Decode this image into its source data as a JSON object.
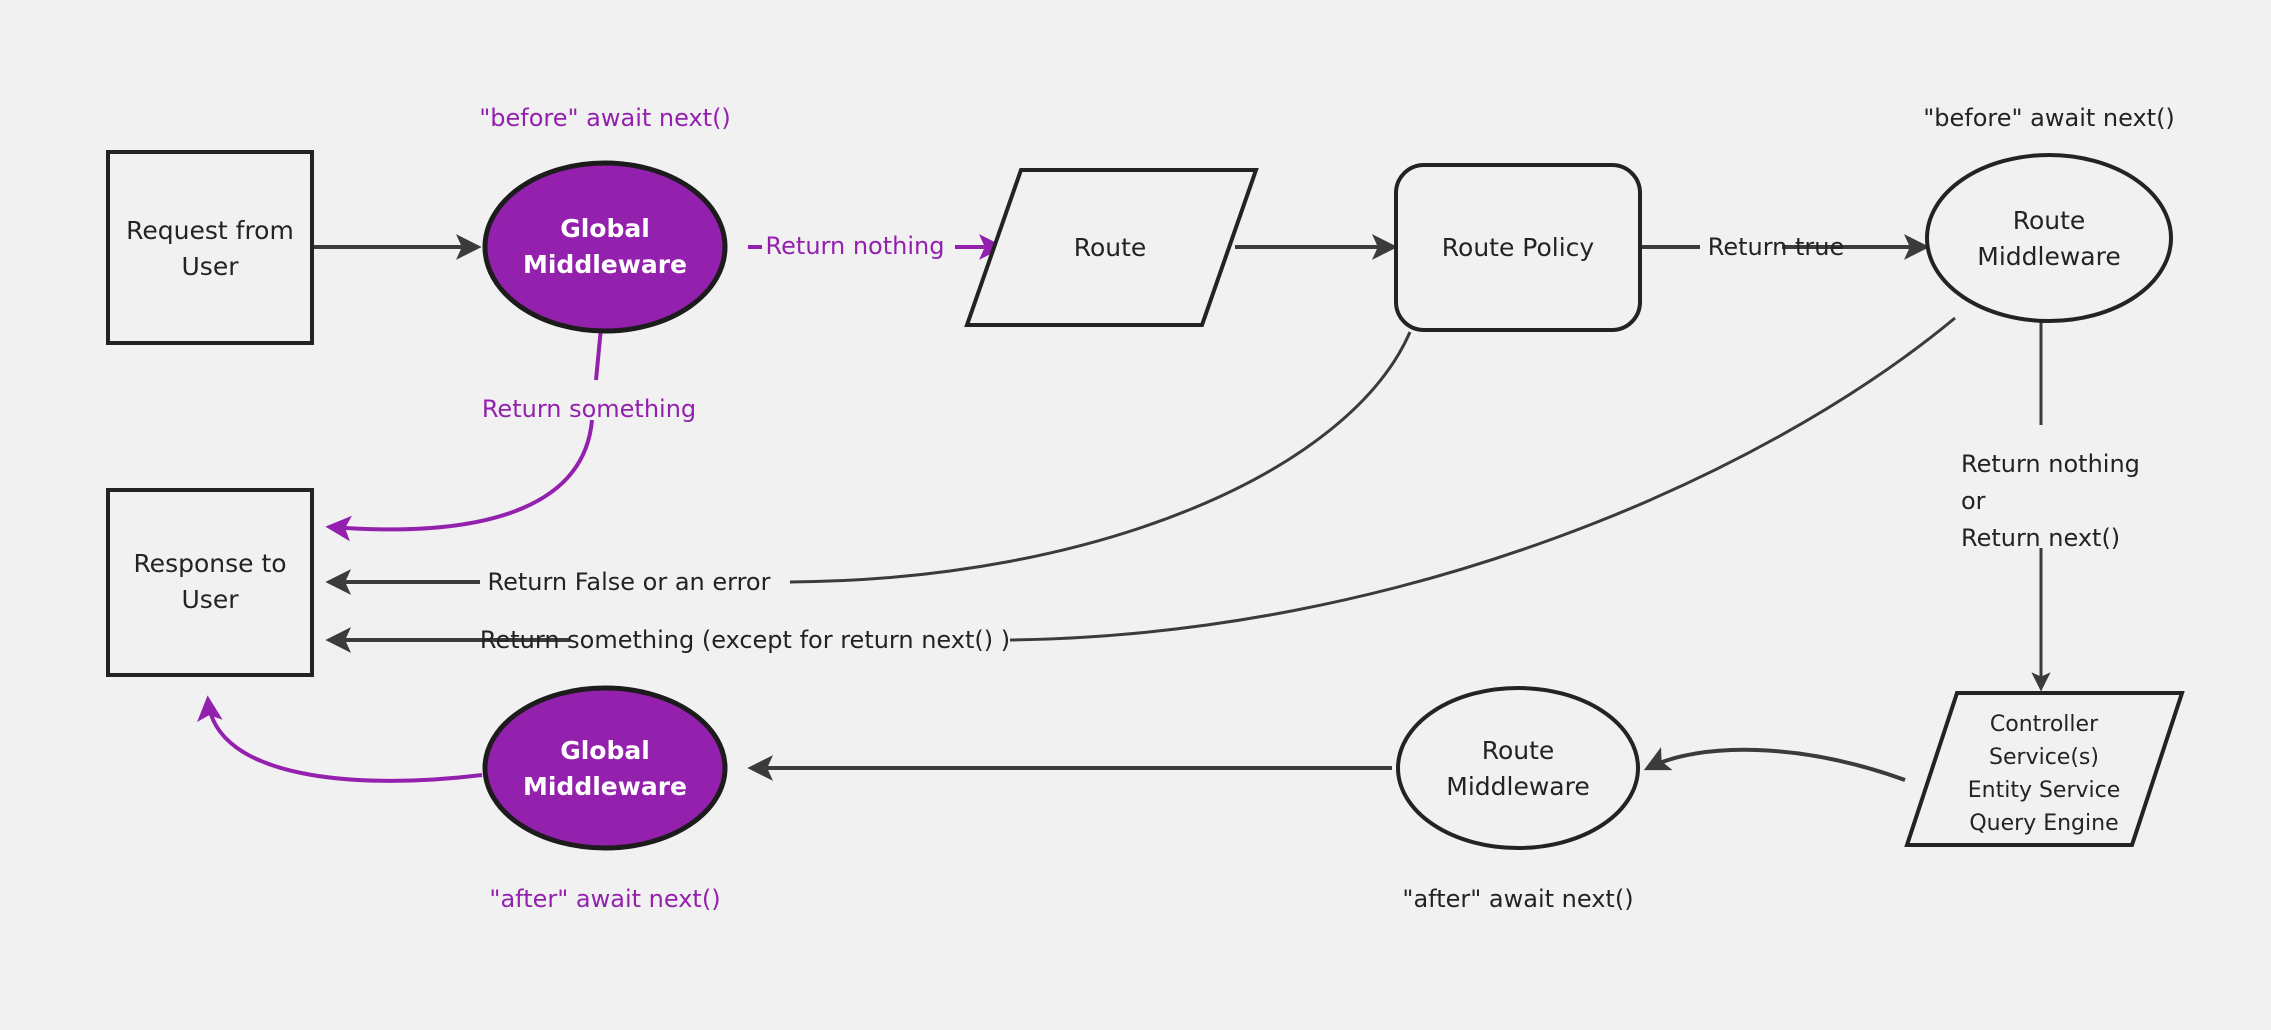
{
  "diagram": {
    "background_color": "#f1f1f1",
    "accent_color": "#9421ae",
    "line_color": "#3b3b3b",
    "text_color": "#232323",
    "nodes": {
      "request": {
        "line1": "Request from",
        "line2": "User",
        "shape": "rectangle"
      },
      "global_middleware_top": {
        "line1": "Global",
        "line2": "Middleware",
        "shape": "ellipse"
      },
      "route": {
        "label": "Route",
        "shape": "parallelogram"
      },
      "route_policy": {
        "label": "Route Policy",
        "shape": "rounded-rectangle"
      },
      "route_middleware_top": {
        "line1": "Route",
        "line2": "Middleware",
        "shape": "ellipse"
      },
      "response": {
        "line1": "Response to",
        "line2": "User",
        "shape": "rectangle"
      },
      "global_middleware_bottom": {
        "line1": "Global",
        "line2": "Middleware",
        "shape": "ellipse"
      },
      "route_middleware_bottom": {
        "line1": "Route",
        "line2": "Middleware",
        "shape": "circle"
      },
      "controller": {
        "line1": "Controller",
        "line2": "Service(s)",
        "line3": "Entity Service",
        "line4": "Query Engine",
        "shape": "parallelogram"
      }
    },
    "annotations": {
      "before_global": "\"before\" await next()",
      "before_route_mw": "\"before\" await next()",
      "after_global": "\"after\" await next()",
      "after_route_mw": "\"after\" await next()"
    },
    "edge_labels": {
      "return_nothing_global": "Return nothing",
      "return_something_global": "Return something",
      "return_true": "Return true",
      "return_false_or_error": "Return False or an error",
      "return_something_except_next": "Return something (except for return next() )",
      "return_nothing_or_next_line1": "Return nothing",
      "return_nothing_or_next_line2": "or",
      "return_nothing_or_next_line3": "Return next()"
    }
  }
}
